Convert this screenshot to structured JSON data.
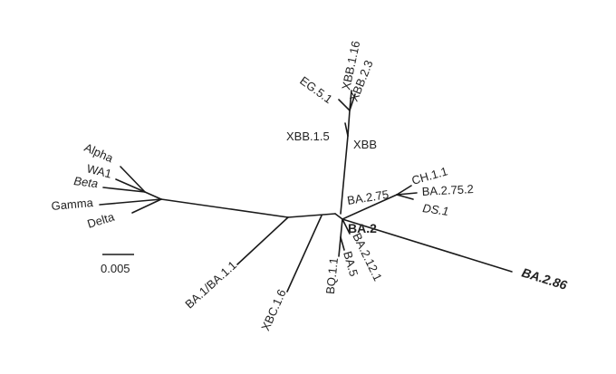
{
  "colors": {
    "branch": "#1a1a1a",
    "text": "#222222",
    "background": "#ffffff"
  },
  "scale": {
    "label": "0.005"
  },
  "leaves": [
    {
      "id": "alpha",
      "label": "Alpha",
      "style": "normal"
    },
    {
      "id": "wa1",
      "label": "WA1",
      "style": "normal"
    },
    {
      "id": "beta",
      "label": "Beta",
      "style": "italic"
    },
    {
      "id": "gamma",
      "label": "Gamma",
      "style": "normal"
    },
    {
      "id": "delta",
      "label": "Delta",
      "style": "normal"
    },
    {
      "id": "ba1",
      "label": "BA.1/BA.1.1",
      "style": "normal"
    },
    {
      "id": "xbc16",
      "label": "XBC.1.6",
      "style": "normal"
    },
    {
      "id": "bq11",
      "label": "BQ.1.1",
      "style": "normal"
    },
    {
      "id": "ba5",
      "label": "BA.5",
      "style": "normal"
    },
    {
      "id": "ba2121",
      "label": "BA.2.12.1",
      "style": "normal"
    },
    {
      "id": "ba2",
      "label": "BA.2",
      "style": "bold"
    },
    {
      "id": "ba286",
      "label": "BA.2.86",
      "style": "bold-italic"
    },
    {
      "id": "ba275",
      "label": "BA.2.75",
      "style": "normal"
    },
    {
      "id": "ch11",
      "label": "CH.1.1",
      "style": "normal"
    },
    {
      "id": "ba2752",
      "label": "BA.2.75.2",
      "style": "normal"
    },
    {
      "id": "ds1",
      "label": "DS.1",
      "style": "italic"
    },
    {
      "id": "xbb",
      "label": "XBB",
      "style": "normal"
    },
    {
      "id": "xbb15",
      "label": "XBB.1.5",
      "style": "normal"
    },
    {
      "id": "eg51",
      "label": "EG.5.1",
      "style": "normal"
    },
    {
      "id": "xbb116",
      "label": "XBB.1.16",
      "style": "normal"
    },
    {
      "id": "xbb23",
      "label": "XBB.2.3",
      "style": "normal"
    }
  ]
}
